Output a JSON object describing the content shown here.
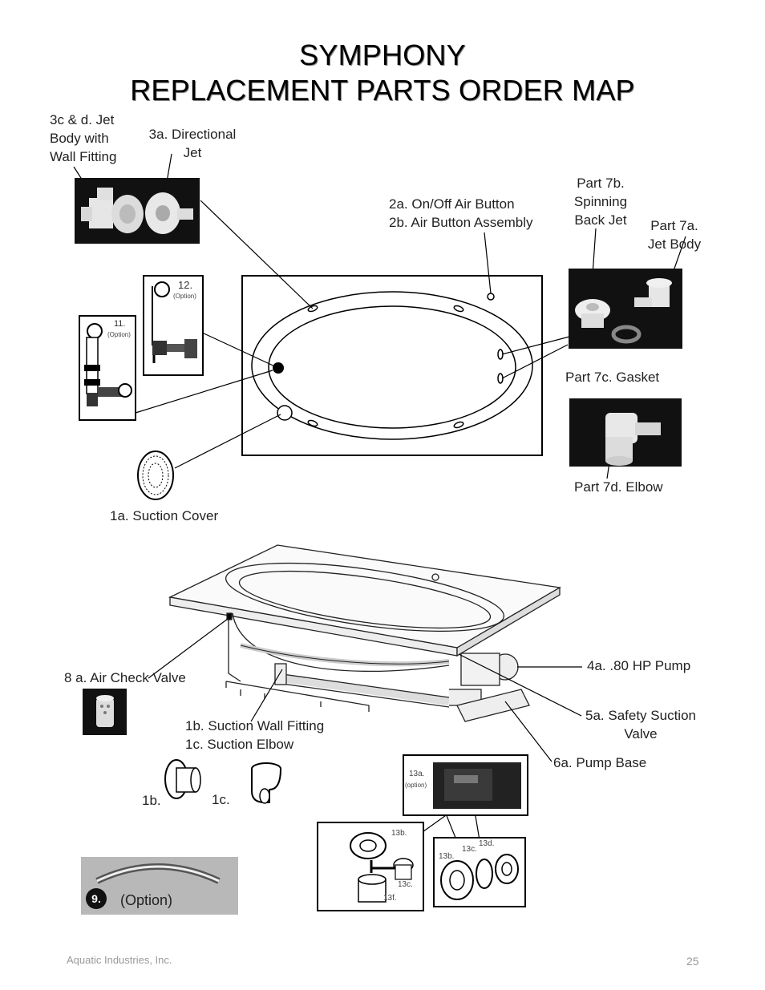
{
  "title": {
    "line1": "SYMPHONY",
    "line2": "REPLACEMENT PARTS ORDER MAP"
  },
  "labels": {
    "jet_body_wall_fitting": [
      "3c & d. Jet",
      "Body with",
      "Wall Fitting"
    ],
    "directional_jet": [
      "3a. Directional",
      "Jet"
    ],
    "air_button": [
      "2a. On/Off Air Button",
      "2b. Air Button Assembly"
    ],
    "spinning_back_jet": [
      "Part 7b.",
      "Spinning",
      "Back Jet"
    ],
    "jet_body": [
      "Part 7a.",
      "Jet Body"
    ],
    "gasket": "Part 7c. Gasket",
    "elbow": "Part 7d. Elbow",
    "suction_cover": "1a. Suction Cover",
    "air_check_valve": "8 a.  Air Check Valve",
    "pump": "4a. .80 HP Pump",
    "safety_suction_valve": [
      "5a. Safety Suction",
      "Valve"
    ],
    "pump_base": "6a. Pump Base",
    "suction_wall_fitting": [
      "1b. Suction Wall Fitting",
      "1c. Suction Elbow"
    ],
    "part_1b": "1b.",
    "part_1c": "1c.",
    "option_num": "9.",
    "option_text": "(Option)",
    "part_11": "11.",
    "part_11_option": "(Option)",
    "part_12": "12.",
    "part_12_option": "(Option)",
    "part_13a": "13a.",
    "part_13a_option": "(option)",
    "part_13b_left": "13b.",
    "part_13c_left": "13c.",
    "part_13f": "13f.",
    "part_13b_right": "13b.",
    "part_13c_right": "13c.",
    "part_13d": "13d."
  },
  "footer": {
    "company": "Aquatic Industries, Inc.",
    "page": "25"
  }
}
